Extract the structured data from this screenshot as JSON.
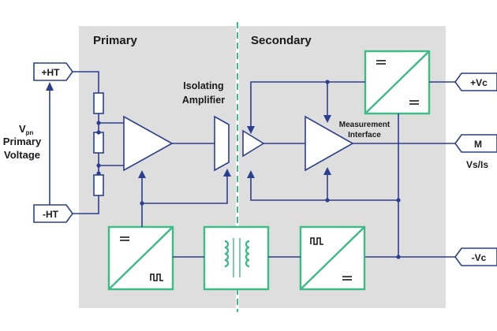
{
  "labels": {
    "primary": "Primary",
    "secondary": "Secondary",
    "isolating_line1": "Isolating",
    "isolating_line2": "Amplifier",
    "measurement_line1": "Measurement",
    "measurement_line2": "Interface",
    "plus_ht": "+HT",
    "minus_ht": "-HT",
    "plus_vc": "+Vc",
    "minus_vc": "-Vc",
    "m": "M",
    "vs_is": "Vs/Is",
    "v_main": "V",
    "v_sub": "pn",
    "primary_voltage_line1": "Primary",
    "primary_voltage_line2": "Voltage"
  },
  "colors": {
    "panel": "#dedede",
    "wire": "#2b3f8f",
    "converter": "#3dbb84",
    "isolation_line": "#3dbb84"
  }
}
